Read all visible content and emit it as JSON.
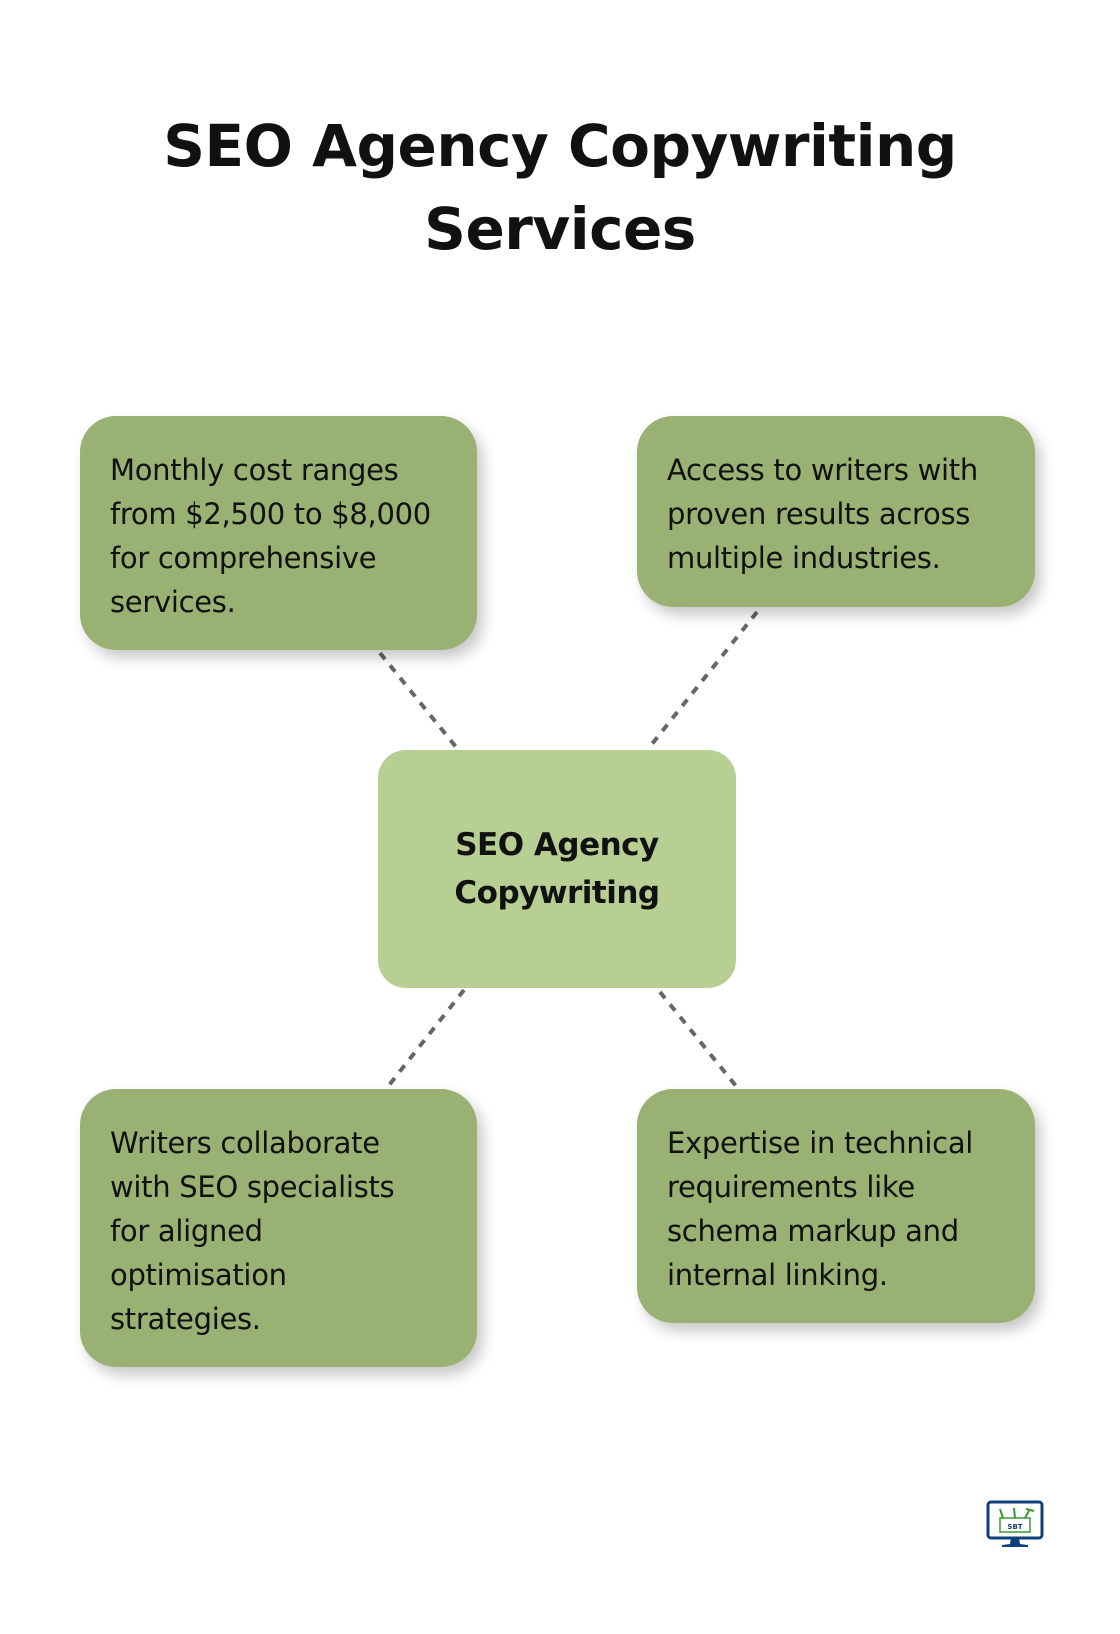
{
  "title": {
    "lines": [
      "SEO Agency Copywriting",
      "Services"
    ]
  },
  "center": {
    "lines": [
      "SEO Agency",
      "Copywriting"
    ]
  },
  "nodes": [
    {
      "lines": [
        "Monthly cost ranges",
        "from $2,500 to $8,000",
        "for comprehensive",
        "services."
      ]
    },
    {
      "lines": [
        "Access to writers with",
        "proven results across",
        "multiple industries."
      ]
    },
    {
      "lines": [
        "Writers collaborate",
        "with SEO specialists",
        "for aligned",
        "optimisation",
        "strategies."
      ]
    },
    {
      "lines": [
        "Expertise in technical",
        "requirements like",
        "schema markup and",
        "internal linking."
      ]
    }
  ],
  "logo": {
    "text": "SBT",
    "icon": "monitor-toolbox-logo"
  },
  "colors": {
    "node": "#9ab174",
    "center": "#b7cf93",
    "connector": "#666666",
    "logo_blue": "#0d3f7a",
    "logo_green": "#3a9a3a"
  }
}
